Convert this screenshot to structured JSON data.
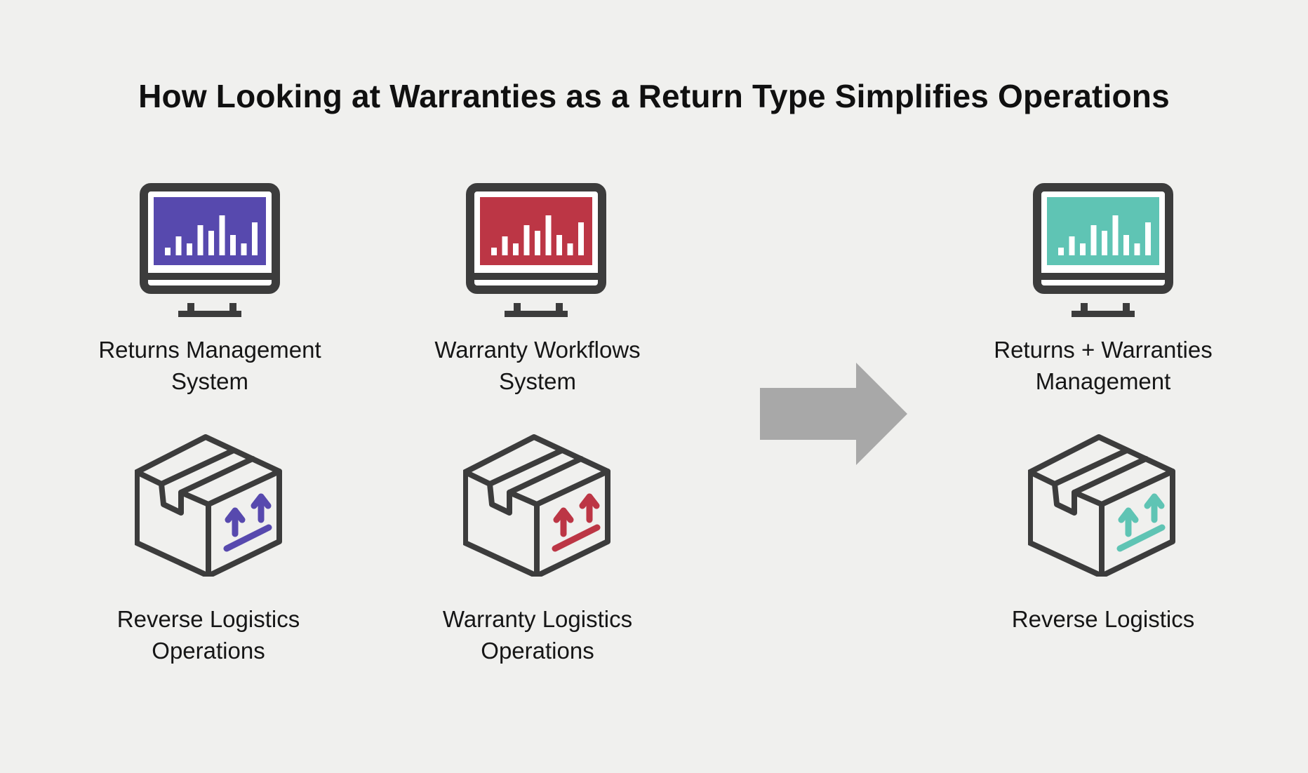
{
  "title": "How Looking at Warranties as a Return Type Simplifies Operations",
  "colors": {
    "outline": "#3C3C3C",
    "purple": "#5749AE",
    "red": "#BC3645",
    "teal": "#5FC4B4",
    "arrow": "#A8A8A8",
    "background": "#F0F0EE",
    "monitor_face": "#FFFFFF",
    "chart_bar": "#FFFFFF",
    "text": "#161616"
  },
  "monitor_chart_bar_heights": [
    11,
    27,
    17,
    43,
    35,
    57,
    29,
    17,
    47
  ],
  "cells": [
    {
      "id": "returns-management-system",
      "icon": "monitor-bar-chart",
      "color": "purple",
      "label": "Returns Management\nSystem"
    },
    {
      "id": "warranty-workflows-system",
      "icon": "monitor-bar-chart",
      "color": "red",
      "label": "Warranty Workflows\nSystem"
    },
    {
      "id": "returns-warranties-management",
      "icon": "monitor-bar-chart",
      "color": "teal",
      "label": "Returns + Warranties\nManagement"
    },
    {
      "id": "reverse-logistics-operations",
      "icon": "shipping-box",
      "color": "purple",
      "label": "Reverse Logistics\nOperations"
    },
    {
      "id": "warranty-logistics-operations",
      "icon": "shipping-box",
      "color": "red",
      "label": "Warranty Logistics\nOperations"
    },
    {
      "id": "reverse-logistics",
      "icon": "shipping-box",
      "color": "teal",
      "label": "Reverse Logistics"
    }
  ],
  "arrow": {
    "direction": "right",
    "meaning": "consolidation"
  }
}
